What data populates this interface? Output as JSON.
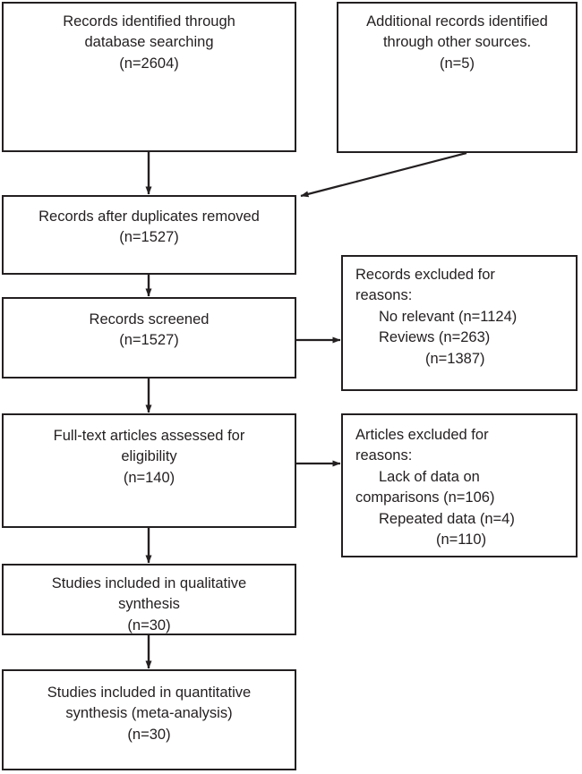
{
  "diagram": {
    "type": "prisma-flow-diagram",
    "stroke_color": "#231f20",
    "background_color": "#ffffff",
    "nodes": [
      {
        "id": "identified-database",
        "align": "center",
        "lines": [
          "Records identified through",
          "database searching",
          "(n=2604)"
        ]
      },
      {
        "id": "identified-other-sources",
        "align": "center",
        "lines": [
          "Additional records identified",
          "through other sources.",
          "(n=5)"
        ]
      },
      {
        "id": "duplicates-removed",
        "align": "center",
        "lines": [
          "Records after duplicates removed",
          "(n=1527)"
        ]
      },
      {
        "id": "records-screened",
        "align": "center",
        "lines": [
          "Records screened",
          "(n=1527)"
        ]
      },
      {
        "id": "records-excluded",
        "align": "left",
        "lines": [
          "Records excluded for",
          "reasons:",
          "No relevant (n=1124)",
          "Reviews (n=263)",
          "(n=1387)"
        ]
      },
      {
        "id": "fulltext-assessed",
        "align": "center",
        "lines": [
          "Full-text articles assessed for",
          "eligibility",
          "(n=140)"
        ]
      },
      {
        "id": "articles-excluded",
        "align": "left",
        "lines": [
          "Articles excluded for",
          "reasons:",
          "Lack of data on",
          "comparisons (n=106)",
          "Repeated data (n=4)",
          "(n=110)"
        ]
      },
      {
        "id": "qualitative-synthesis",
        "align": "center",
        "lines": [
          "Studies included in qualitative",
          "synthesis",
          "(n=30)"
        ]
      },
      {
        "id": "quantitative-synthesis",
        "align": "center",
        "lines": [
          "Studies included in quantitative",
          "synthesis (meta-analysis)",
          "(n=30)"
        ]
      }
    ],
    "counts": {
      "database_searching": 2604,
      "other_sources": 5,
      "after_duplicates": 1527,
      "screened": 1527,
      "excluded_no_relevant": 1124,
      "excluded_reviews": 263,
      "excluded_total_screening": 1387,
      "fulltext_assessed": 140,
      "excluded_lack_of_data": 106,
      "excluded_repeated_data": 4,
      "excluded_total_fulltext": 110,
      "qualitative": 30,
      "quantitative": 30
    }
  }
}
